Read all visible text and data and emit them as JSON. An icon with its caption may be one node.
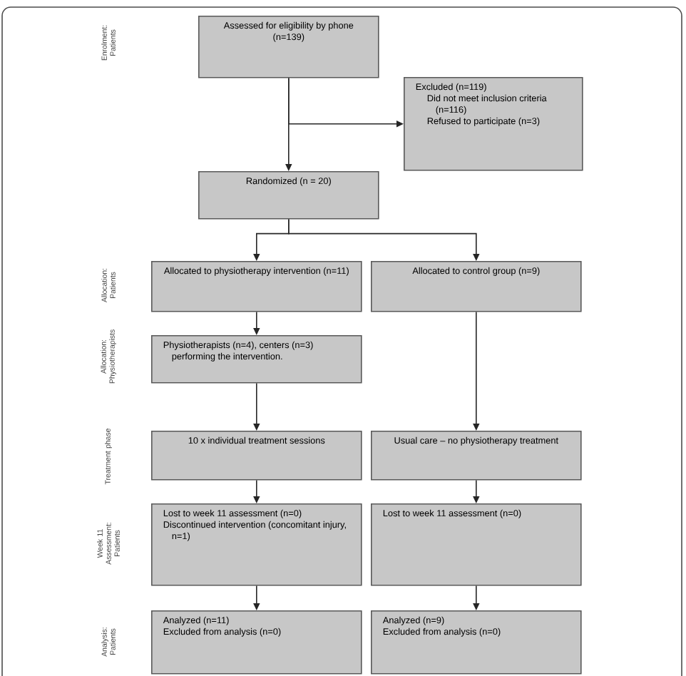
{
  "diagram": {
    "nodes": [
      {
        "text": [
          "Assessed for eligibility by phone (n=139)"
        ]
      },
      {
        "text": [
          "Excluded (n=119)",
          "Did not meet inclusion criteria (n=116)",
          "Refused to participate (n=3)"
        ]
      },
      {
        "text": [
          "Randomized (n = 20)"
        ]
      },
      {
        "text": [
          "Allocated to physiotherapy intervention (n=11)"
        ]
      },
      {
        "text": [
          "Allocated to control group (n=9)"
        ]
      },
      {
        "text": [
          "Physiotherapists (n=4), centers (n=3) performing the intervention."
        ]
      },
      {
        "text": [
          "10 x individual treatment sessions"
        ]
      },
      {
        "text": [
          "Usual care – no physiotherapy treatment"
        ]
      },
      {
        "text": [
          "Lost to week 11 assessment (n=0)",
          "Discontinued intervention (concomitant injury, n=1)"
        ]
      },
      {
        "text": [
          "Lost to week 11 assessment (n=0)"
        ]
      },
      {
        "text": [
          "Analyzed (n=11)",
          "Excluded from analysis (n=0)"
        ]
      },
      {
        "text": [
          "Analyzed (n=9)",
          "Excluded from analysis (n=0)"
        ]
      }
    ],
    "edges": [
      {
        "from": 0,
        "to": 2,
        "arrow": "to"
      },
      {
        "from": 0,
        "to": 1,
        "arrow": "to"
      },
      {
        "from": 2,
        "to": 3,
        "arrow": "to"
      },
      {
        "from": 2,
        "to": 4,
        "arrow": "to"
      },
      {
        "from": 3,
        "to": 5,
        "arrow": "to"
      },
      {
        "from": 5,
        "to": 6,
        "arrow": "to"
      },
      {
        "from": 4,
        "to": 7,
        "arrow": "to"
      },
      {
        "from": 6,
        "to": 8,
        "arrow": "to"
      },
      {
        "from": 7,
        "to": 9,
        "arrow": "to"
      },
      {
        "from": 8,
        "to": 10,
        "arrow": "to"
      },
      {
        "from": 9,
        "to": 11,
        "arrow": "to"
      }
    ],
    "labels": [
      "Enrolment: Patients",
      "Allocation: Patients",
      "Allocation: Physiotherapists",
      "Treatment phase",
      "Week 11 Assessment: Patients",
      "Analysis: Patients"
    ]
  }
}
